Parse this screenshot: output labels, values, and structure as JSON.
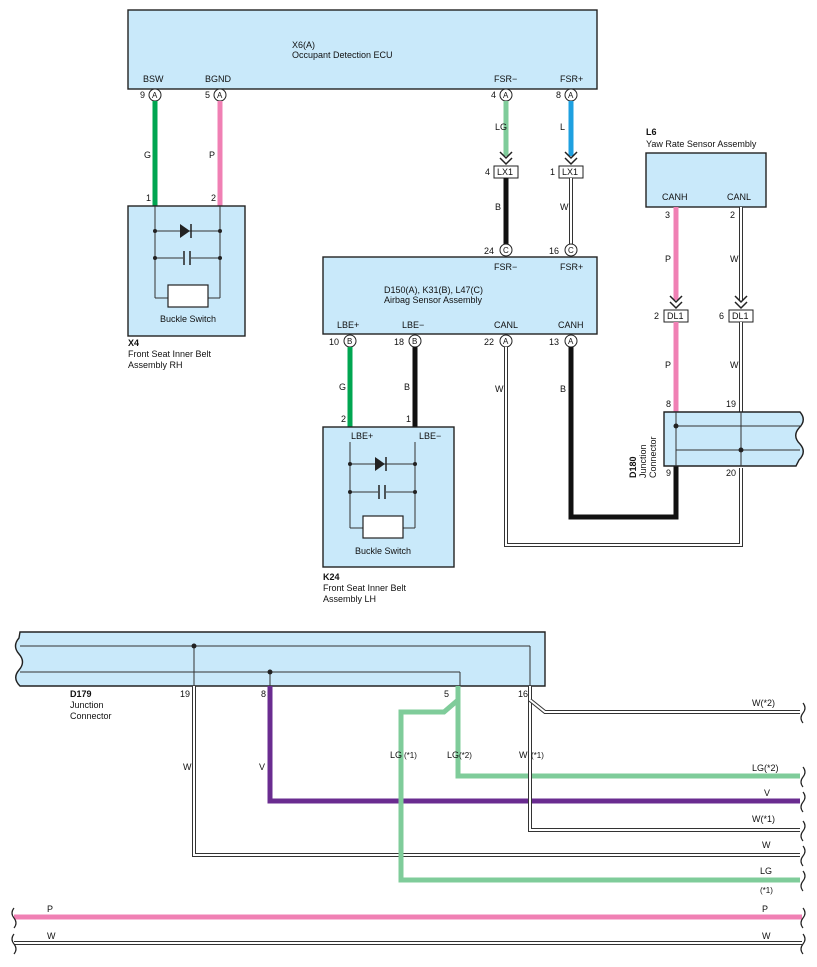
{
  "colors": {
    "green": "#00a651",
    "pink": "#f080b4",
    "lightgreen": "#7fcc9a",
    "blue": "#1ea0e0",
    "black": "#111111",
    "violet": "#6a2c90",
    "box": "#c9e9fa"
  },
  "ecu": {
    "title": "X6(A)",
    "subtitle": "Occupant Detection ECU",
    "term_bsw": "BSW",
    "term_bgnd": "BGND",
    "term_fsrm": "FSR−",
    "term_fsrp": "FSR+",
    "pin_bsw": "9",
    "pin_bgnd": "5",
    "pin_fsrm": "4",
    "pin_fsrp": "8",
    "conn": "A"
  },
  "buckle_rh": {
    "code": "X4",
    "name_line1": "Front Seat Inner Belt",
    "name_line2": "Assembly RH",
    "switch_label": "Buckle Switch",
    "pin1": "1",
    "pin2": "2"
  },
  "wires_top": {
    "bsw_color": "G",
    "bgnd_color": "P",
    "fsrm_upper": "LG",
    "fsrp_upper": "L",
    "fsrm_lower": "B",
    "fsrp_lower": "W"
  },
  "lx1": {
    "label": "LX1",
    "pin_a": "4",
    "pin_b": "1"
  },
  "airbag": {
    "title": "D150(A), K31(B), L47(C)",
    "subtitle": "Airbag Sensor Assembly",
    "term_fsrm": "FSR−",
    "term_fsrp": "FSR+",
    "pin_fsrm": "24",
    "pin_fsrp": "16",
    "conn_c": "C",
    "term_lbep": "LBE+",
    "term_lbem": "LBE−",
    "term_canl": "CANL",
    "term_canh": "CANH",
    "pin_lbep": "10",
    "pin_lbem": "18",
    "pin_canl": "22",
    "pin_canh": "13",
    "conn_b": "B",
    "conn_a": "A"
  },
  "wires_mid": {
    "lbep_color": "G",
    "lbem_color": "B",
    "canl_color": "W",
    "canh_color": "B"
  },
  "buckle_lh": {
    "code": "K24",
    "name_line1": "Front Seat Inner Belt",
    "name_line2": "Assembly LH",
    "switch_label": "Buckle Switch",
    "term_lbep": "LBE+",
    "term_lbem": "LBE−",
    "pin2": "2",
    "pin1": "1"
  },
  "yaw": {
    "code": "L6",
    "name": "Yaw Rate Sensor Assembly",
    "term_canh": "CANH",
    "term_canl": "CANL",
    "pin_canh": "3",
    "pin_canl": "2",
    "wire_canh": "P",
    "wire_canl": "W"
  },
  "dl1": {
    "label": "DL1",
    "pin_a": "2",
    "pin_b": "6"
  },
  "d180": {
    "code": "D180",
    "name_line1": "Junction",
    "name_line2": "Connector",
    "pin_8": "8",
    "pin_19": "19",
    "pin_9": "9",
    "pin_20": "20",
    "wire_p": "P",
    "wire_w": "W"
  },
  "d179": {
    "code": "D179",
    "name_line1": "Junction",
    "name_line2": "Connector",
    "pin_19": "19",
    "pin_8": "8",
    "pin_5": "5",
    "pin_16": "16"
  },
  "bottom": {
    "w_label": "W",
    "v_label": "V",
    "lg_label": "LG",
    "note1": "(*1)",
    "note2": "(*2)",
    "out_w2": "W(*2)",
    "out_lg2": "LG(*2)",
    "out_v": "V",
    "out_w1": "W(*1)",
    "out_w": "W",
    "out_lg": "LG",
    "out_lg_note": "(*1)",
    "bus_p": "P",
    "bus_w": "W"
  }
}
